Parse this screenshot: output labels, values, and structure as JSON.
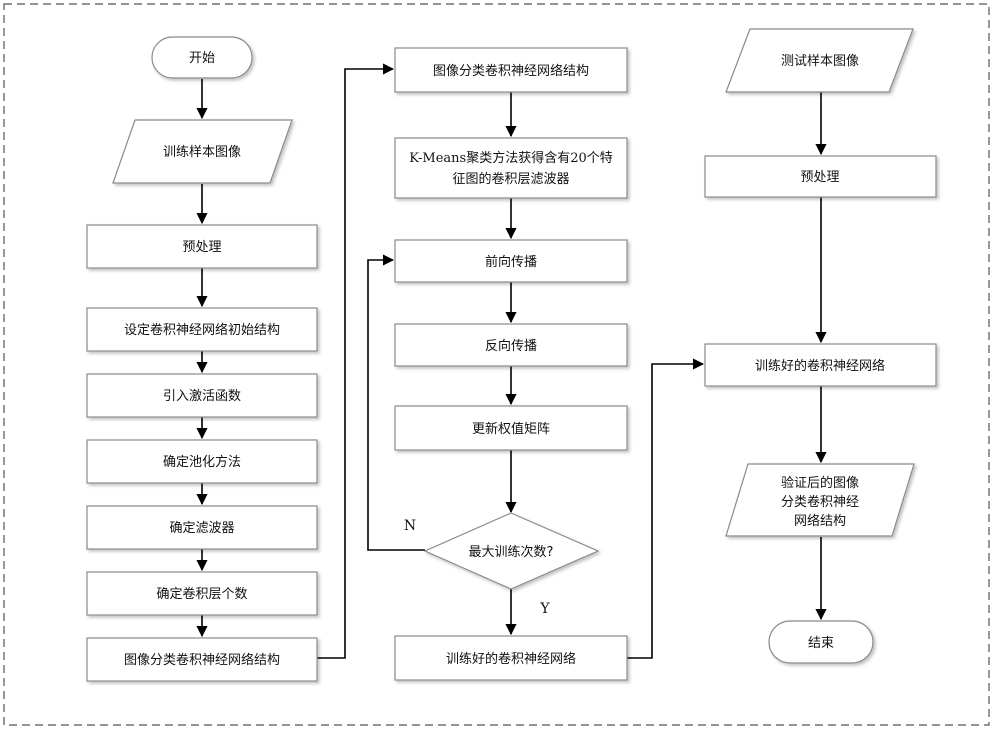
{
  "nodes": {
    "start": "开始",
    "train_samples": "训练样本图像",
    "preprocess_1": "预处理",
    "init_structure": "设定卷积神经网络初始结构",
    "activation": "引入激活函数",
    "pooling": "确定池化方法",
    "filter": "确定滤波器",
    "conv_layers": "确定卷积层个数",
    "cnn_structure_1": "图像分类卷积神经网络结构",
    "cnn_structure_2": "图像分类卷积神经网络结构",
    "kmeans_line1": "K-Means聚类方法获得含有20个特",
    "kmeans_line2": "征图的卷积层滤波器",
    "forward": "前向传播",
    "backward": "反向传播",
    "update": "更新权值矩阵",
    "max_iter": "最大训练次数?",
    "trained_1": "训练好的卷积神经网络",
    "test_samples": "测试样本图像",
    "preprocess_2": "预处理",
    "trained_2": "训练好的卷积神经网络",
    "verified_line1": "验证后的图像",
    "verified_line2": "分类卷积神经",
    "verified_line3": "网络结构",
    "end": "结束"
  },
  "branches": {
    "no": "N",
    "yes": "Y"
  }
}
